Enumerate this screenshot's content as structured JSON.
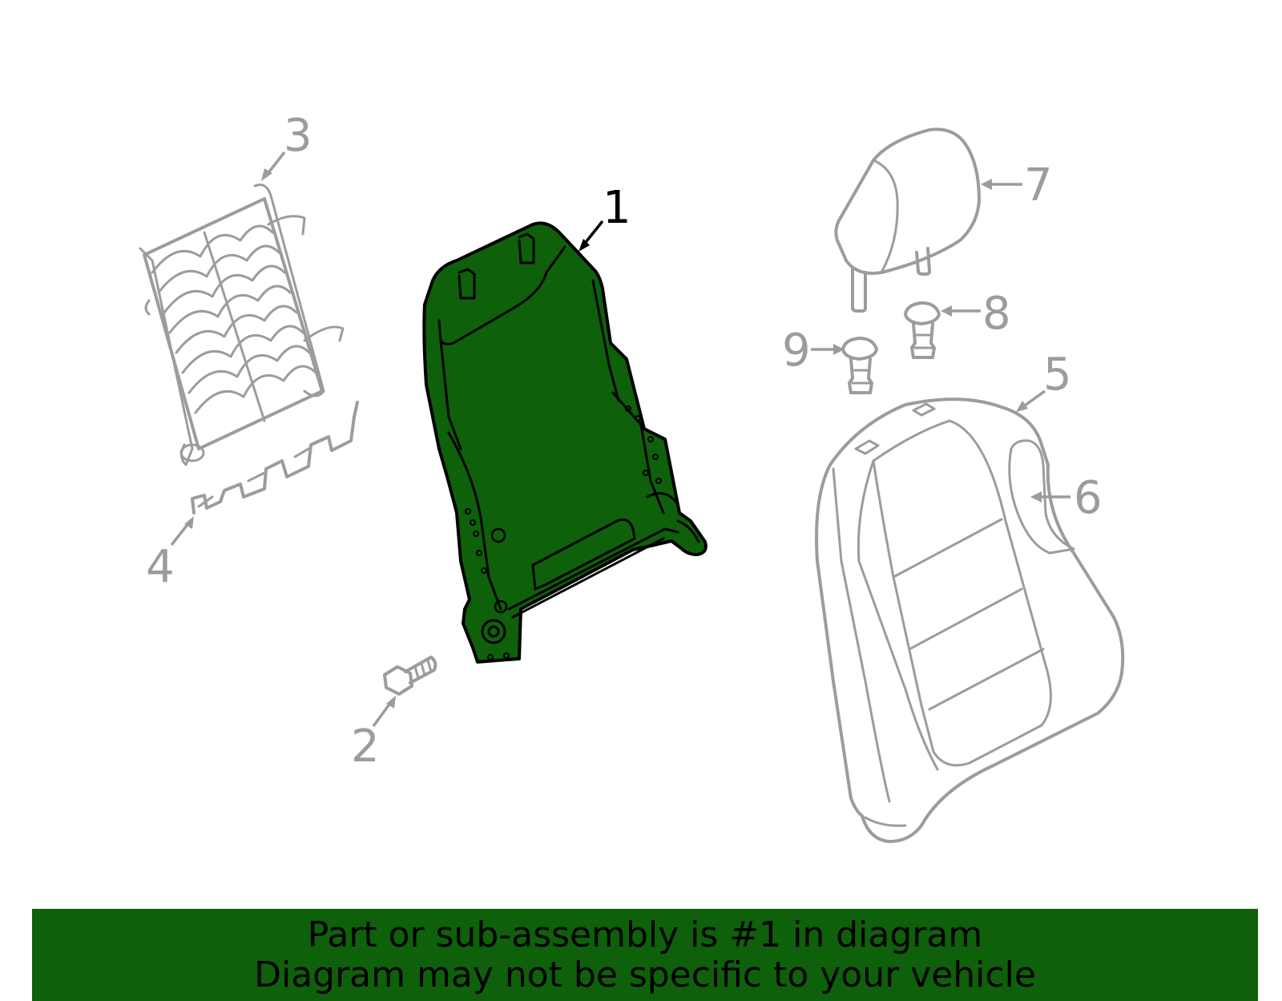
{
  "diagram": {
    "highlight_color": "#0e600a",
    "part_color": "#9c9c9c",
    "callouts": [
      {
        "id": "1",
        "label": "1",
        "highlighted": true
      },
      {
        "id": "2",
        "label": "2",
        "highlighted": false
      },
      {
        "id": "3",
        "label": "3",
        "highlighted": false
      },
      {
        "id": "4",
        "label": "4",
        "highlighted": false
      },
      {
        "id": "5",
        "label": "5",
        "highlighted": false
      },
      {
        "id": "6",
        "label": "6",
        "highlighted": false
      },
      {
        "id": "7",
        "label": "7",
        "highlighted": false
      },
      {
        "id": "8",
        "label": "8",
        "highlighted": false
      },
      {
        "id": "9",
        "label": "9",
        "highlighted": false
      }
    ]
  },
  "banner": {
    "line1": "Part or sub-assembly is #1 in diagram",
    "line2": "Diagram may not be specific to your vehicle",
    "background": "#0e600a"
  }
}
